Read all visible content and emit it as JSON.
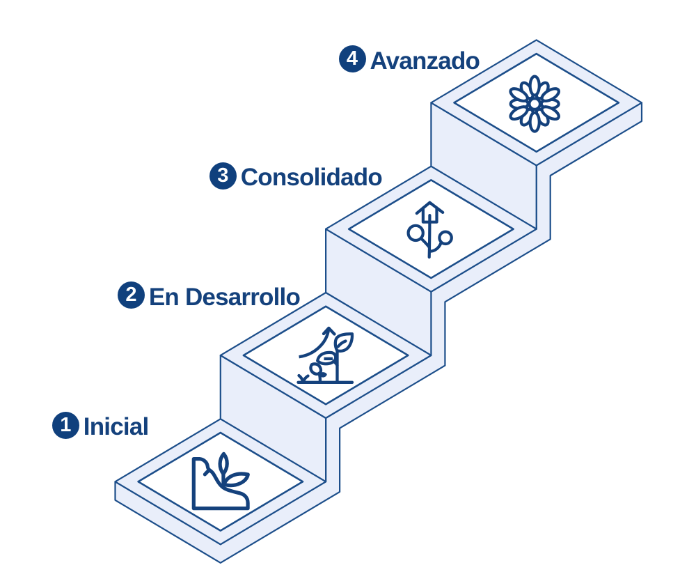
{
  "diagram": {
    "type": "isometric-staircase-maturity-model",
    "direction": "ascending bottom-left to top-right",
    "steps": [
      {
        "number": "1",
        "label": "Inicial",
        "icon": "seedling-on-soil-icon"
      },
      {
        "number": "2",
        "label": "En Desarrollo",
        "icon": "growing-plants-arrow-icon"
      },
      {
        "number": "3",
        "label": "Consolidado",
        "icon": "plant-berries-up-arrow-icon"
      },
      {
        "number": "4",
        "label": "Avanzado",
        "icon": "flower-icon"
      }
    ],
    "colors": {
      "ink": "#14417C",
      "line": "#1C4E8A",
      "platform_fill": "#E9EEFA",
      "panel_fill": "#FFFFFF",
      "badge_fill": "#10407D",
      "badge_number": "#FFFFFF",
      "background": "#FFFFFF"
    }
  }
}
